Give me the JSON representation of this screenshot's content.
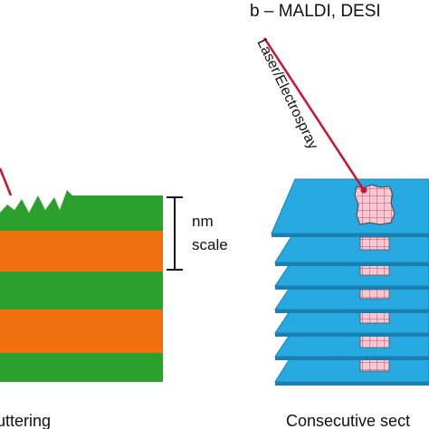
{
  "left_panel": {
    "scale_label_line1": "nm",
    "scale_label_line2": "scale",
    "caption": "uttering",
    "layer_colors": {
      "green": "#2ca02c",
      "orange": "#f07010"
    },
    "beam_color": "#d01030"
  },
  "right_panel": {
    "title": "b – MALDI, DESI",
    "beam_label": "Laser/Electrospray",
    "caption": "Consecutive sect",
    "section_color": "#27a9e1",
    "section_edge": "#1b7fb0",
    "spot_fill": "#f6c8d4",
    "beam_color": "#d01030",
    "section_count": 7
  }
}
